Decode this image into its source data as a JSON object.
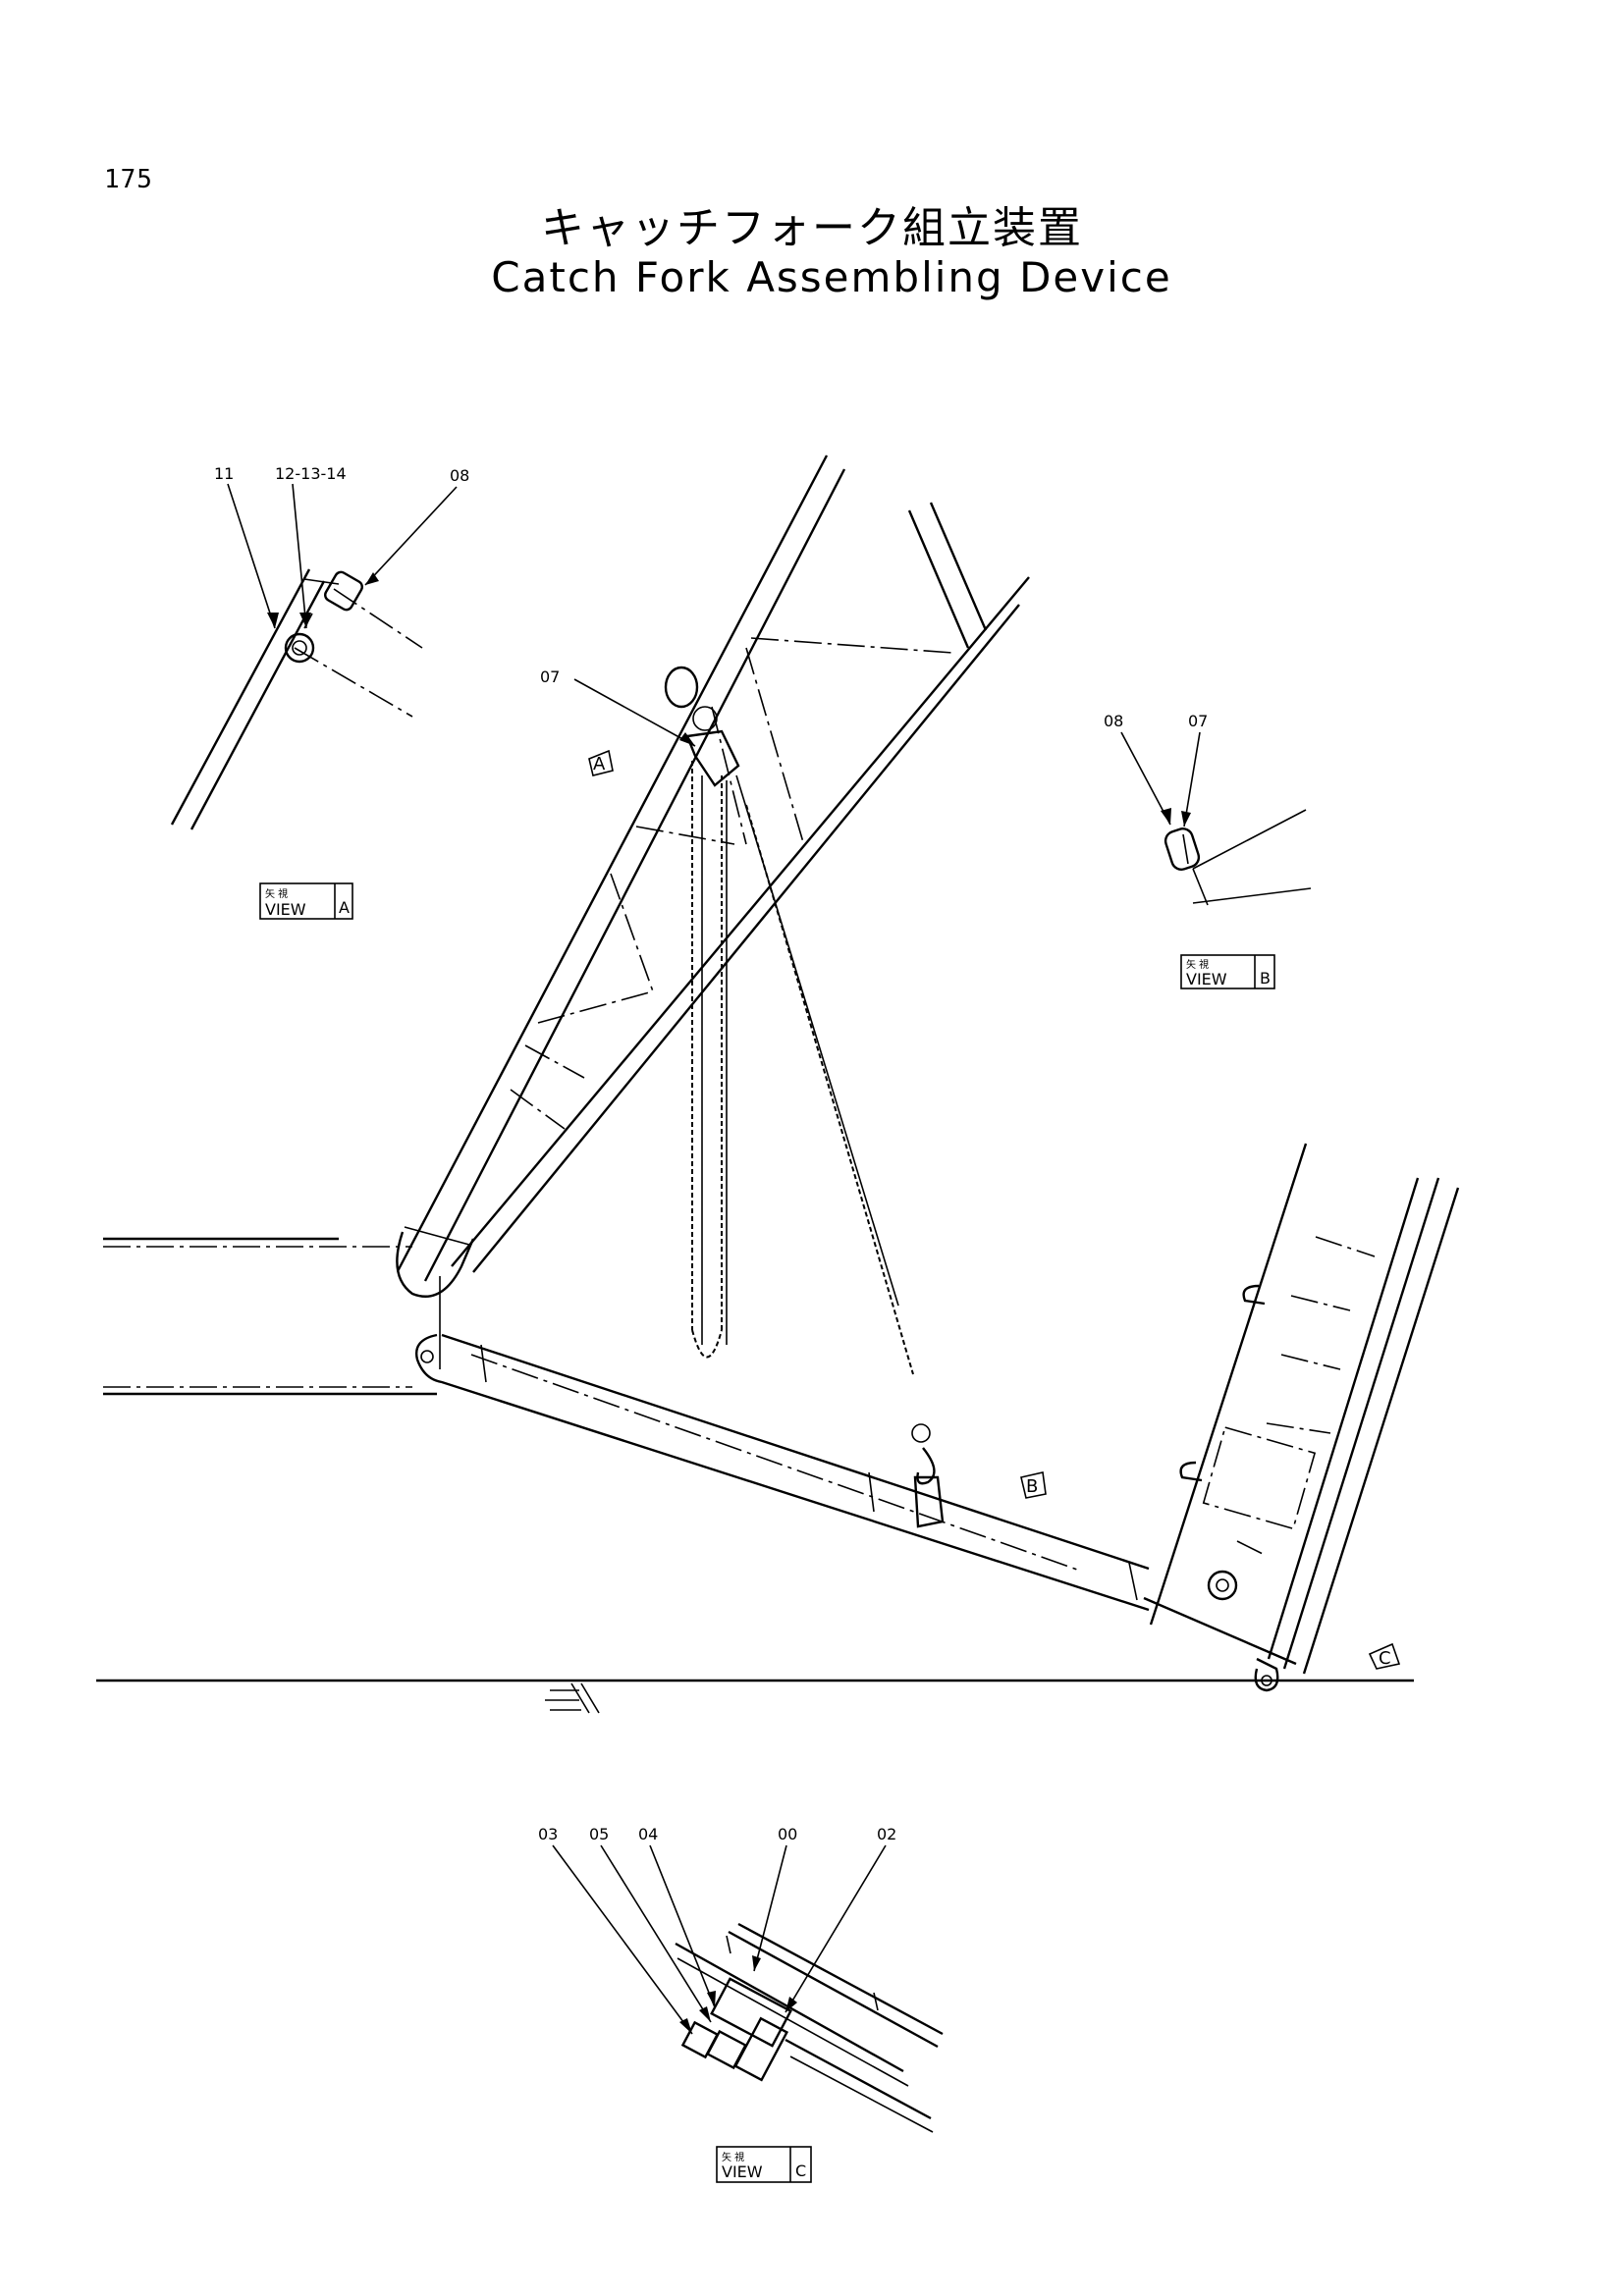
{
  "page": {
    "number": "175",
    "title_jp": "キャッチフォーク組立装置",
    "title_en": "Catch Fork Assembling Device"
  },
  "views": {
    "a": {
      "kanji": "矢 視",
      "label": "VIEW",
      "letter": "A"
    },
    "b": {
      "kanji": "矢 視",
      "label": "VIEW",
      "letter": "B"
    },
    "c": {
      "kanji": "矢 視",
      "label": "VIEW",
      "letter": "C"
    }
  },
  "view_markers": {
    "a": "A",
    "b": "B",
    "c": "C"
  },
  "callouts": {
    "view_a": [
      "11",
      "12-13-14",
      "08"
    ],
    "main": [
      "07"
    ],
    "view_b": [
      "08",
      "07"
    ],
    "view_c": [
      "03",
      "05",
      "04",
      "00",
      "02"
    ]
  },
  "colors": {
    "ink": "#000000",
    "paper": "#ffffff"
  }
}
